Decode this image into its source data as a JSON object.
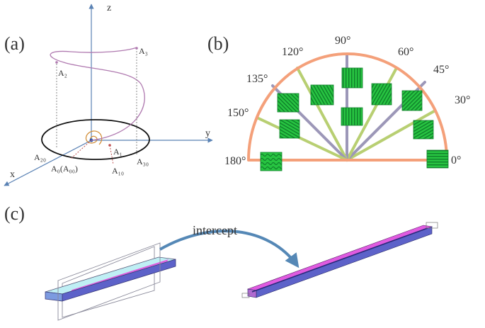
{
  "panels": {
    "a": {
      "label": "(a)",
      "axes": {
        "x": "x",
        "y": "y",
        "z": "z"
      },
      "points": {
        "A2": "A₂",
        "A3": "A₃",
        "A1": "A₁",
        "A20": "A₂₀",
        "A10": "A₁₀",
        "A30": "A₃₀",
        "A0": "A₀(A₀₀)"
      }
    },
    "b": {
      "label": "(b)",
      "angles": [
        "0°",
        "30°",
        "45°",
        "60°",
        "90°",
        "120°",
        "135°",
        "150°",
        "180°"
      ]
    },
    "c": {
      "label": "(c)",
      "arrow_label": "intercept"
    }
  },
  "colors": {
    "semicircle": "#f4a07a",
    "ray_purple": "#9c97b8",
    "ray_green": "#b8cf72",
    "tile_fill": "#27c441",
    "tile_stripe": "#0f7f2a",
    "helix": "#b07ab0",
    "arrow": "#5588b6",
    "beam_magenta": "#e05be0",
    "beam_cyan": "#bfeff4",
    "beam_blue": "#5d62c9",
    "axis": "#5a82b4"
  }
}
